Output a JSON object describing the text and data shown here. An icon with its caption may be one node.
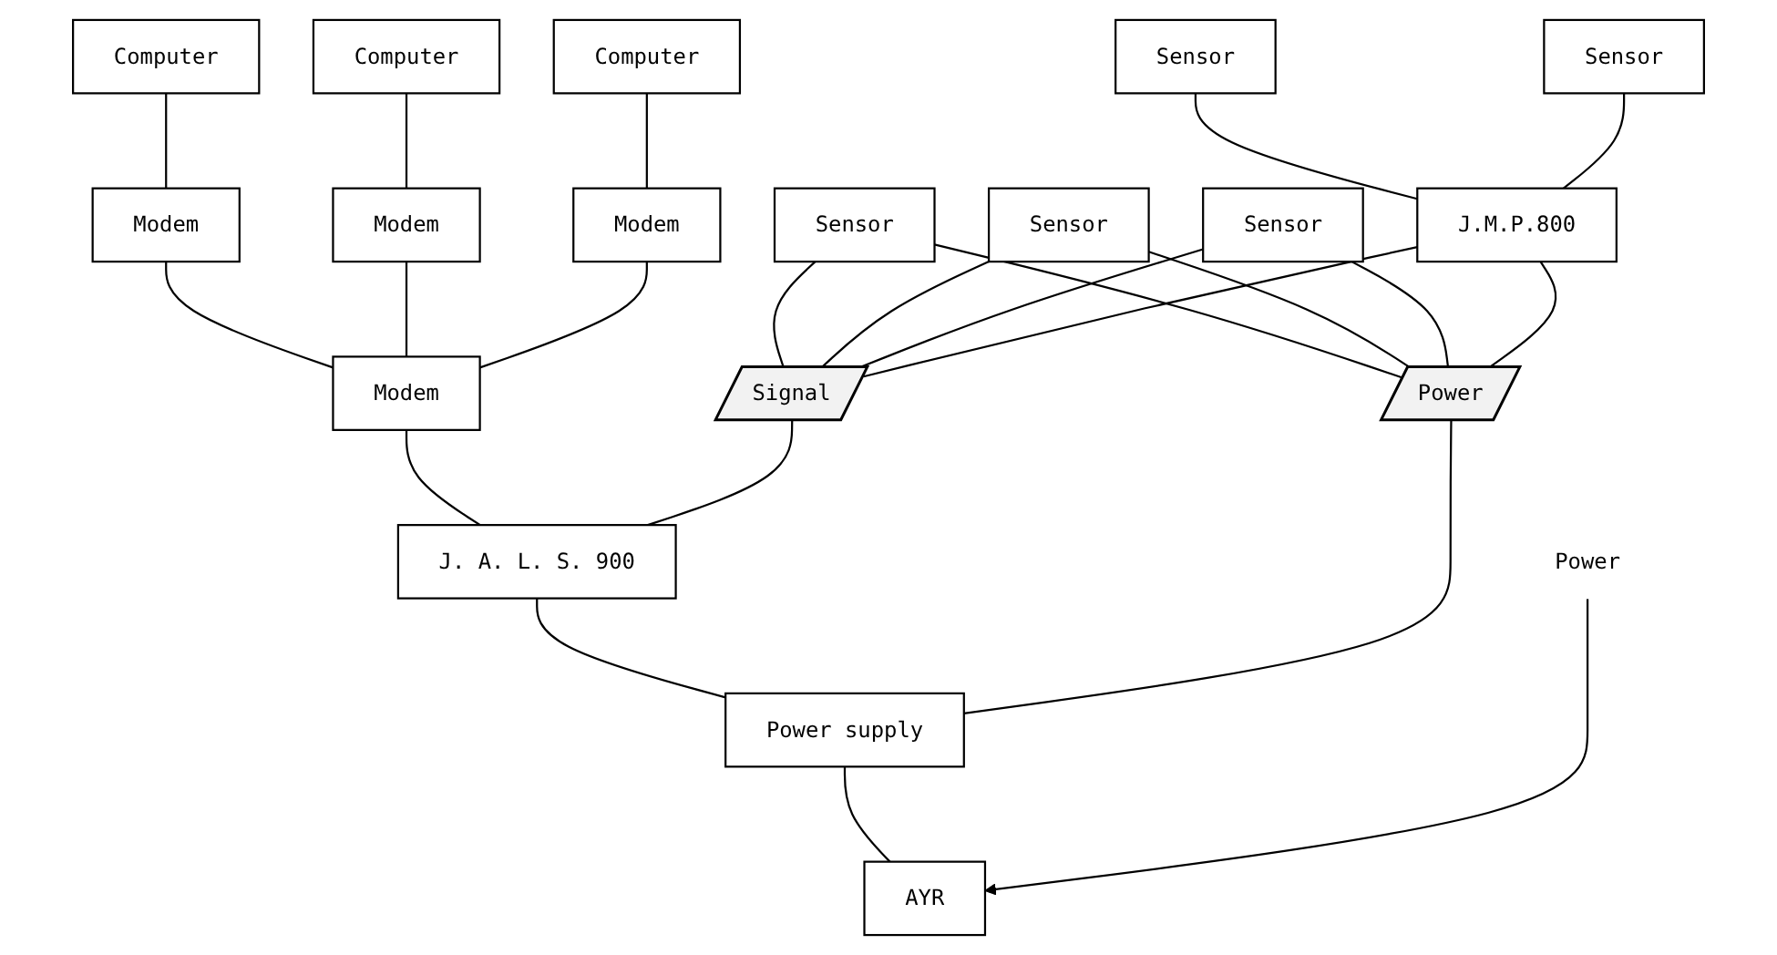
{
  "diagram": {
    "nodes": [
      {
        "text": [
          "Sensor"
        ]
      },
      {
        "text": [
          "Sensor"
        ]
      },
      {
        "text": [
          "Sensor"
        ]
      },
      {
        "text": [
          "Sensor"
        ]
      },
      {
        "text": [
          "Sensor"
        ]
      },
      {
        "text": [
          "J.M.P.800"
        ]
      },
      {
        "text": [
          "Signal"
        ]
      },
      {
        "text": [
          "Power"
        ]
      },
      {
        "text": [
          "Computer"
        ]
      },
      {
        "text": [
          "Modem"
        ]
      },
      {
        "text": [
          "Computer"
        ]
      },
      {
        "text": [
          "Modem"
        ]
      },
      {
        "text": [
          "Modem"
        ]
      },
      {
        "text": [
          "Computer"
        ]
      },
      {
        "text": [
          "Modem"
        ]
      },
      {
        "text": [
          "J. A. L. S. 900"
        ]
      },
      {
        "text": [
          "Power supply"
        ]
      },
      {
        "text": [
          "AYR"
        ]
      },
      {
        "text": [
          "Power"
        ]
      }
    ],
    "edges": [
      {
        "from": 0,
        "to": 5,
        "arrow": "none"
      },
      {
        "from": 1,
        "to": 5,
        "arrow": "none"
      },
      {
        "from": 2,
        "to": 6,
        "arrow": "none"
      },
      {
        "from": 2,
        "to": 7,
        "arrow": "none"
      },
      {
        "from": 3,
        "to": 6,
        "arrow": "none"
      },
      {
        "from": 3,
        "to": 7,
        "arrow": "none"
      },
      {
        "from": 4,
        "to": 6,
        "arrow": "none"
      },
      {
        "from": 4,
        "to": 7,
        "arrow": "none"
      },
      {
        "from": 5,
        "to": 6,
        "arrow": "none"
      },
      {
        "from": 5,
        "to": 7,
        "arrow": "none"
      },
      {
        "from": 8,
        "to": 9,
        "arrow": "none"
      },
      {
        "from": 10,
        "to": 11,
        "arrow": "none"
      },
      {
        "from": 13,
        "to": 14,
        "arrow": "none"
      },
      {
        "from": 9,
        "to": 12,
        "arrow": "none"
      },
      {
        "from": 11,
        "to": 12,
        "arrow": "none"
      },
      {
        "from": 14,
        "to": 12,
        "arrow": "none"
      },
      {
        "from": 12,
        "to": 15,
        "arrow": "none"
      },
      {
        "from": 6,
        "to": 15,
        "arrow": "none"
      },
      {
        "from": 15,
        "to": 16,
        "arrow": "none"
      },
      {
        "from": 7,
        "to": 16,
        "arrow": "none"
      },
      {
        "from": 16,
        "to": 17,
        "arrow": "none"
      },
      {
        "from": 18,
        "to": 17,
        "arrow": "to"
      }
    ]
  }
}
